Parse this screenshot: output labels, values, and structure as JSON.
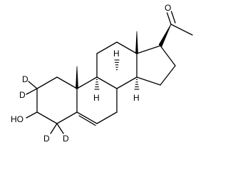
{
  "labels": {
    "oxygen": "O",
    "hydroxyl": "HO",
    "deuterium_c2_upper": "D",
    "deuterium_c2_lower": "D",
    "deuterium_c4_left": "D",
    "deuterium_c4_right": "D",
    "h_c9": "H",
    "h_c8": "H",
    "h_c14": "H"
  },
  "colors": {
    "bond": "#000000",
    "text": "#000000",
    "background": "#ffffff"
  }
}
